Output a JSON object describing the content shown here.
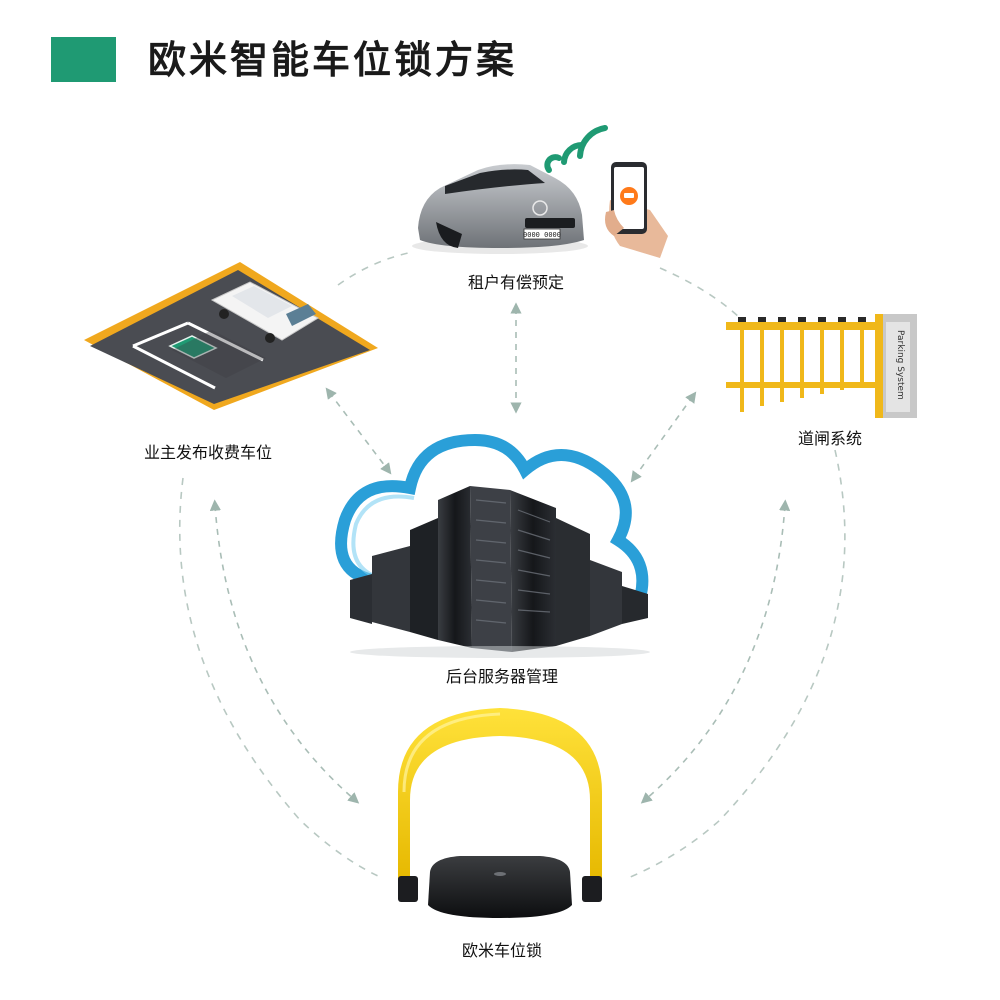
{
  "header": {
    "title": "欧米智能车位锁方案",
    "accent_color": "#1f9a73"
  },
  "nodes": {
    "rental": {
      "label": "租户有偿预定",
      "icons": [
        "car-icon",
        "smartphone-icon",
        "wireless-signal-icon"
      ]
    },
    "owner": {
      "label": "业主发布收费车位",
      "icons": [
        "parking-space-icon"
      ]
    },
    "gate": {
      "label": "道闸系统",
      "icons": [
        "barrier-gate-icon"
      ],
      "gate_text": "Parking System"
    },
    "server": {
      "label": "后台服务器管理",
      "icons": [
        "cloud-server-icon"
      ]
    },
    "lock": {
      "label": "欧米车位锁",
      "icons": [
        "parking-lock-icon"
      ]
    }
  },
  "car_plate": "0000 0000",
  "colors": {
    "connector": "#a9bdb6",
    "cloud": "#2a9fd8",
    "lock_yellow": "#f2cf10",
    "gate_yellow": "#f0b81a"
  }
}
